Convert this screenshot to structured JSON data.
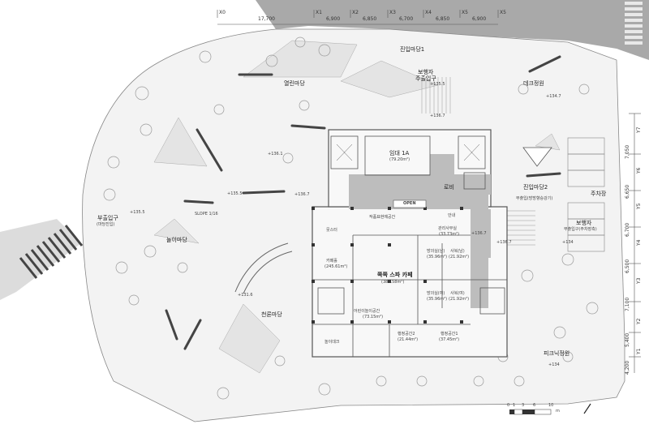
{
  "grid": {
    "x_axes": [
      "X0",
      "X1",
      "X2",
      "X3",
      "X4",
      "X5",
      "X5"
    ],
    "x_dims": [
      "17,700",
      "6,900",
      "6,850",
      "6,700",
      "6,850",
      "6,900"
    ],
    "y_axes": [
      "Y7",
      "Y6",
      "Y5",
      "Y4",
      "Y3",
      "Y2",
      "Y1"
    ],
    "y_dims": [
      "7,050",
      "6,650",
      "6,700",
      "6,500",
      "7,100",
      "5,400",
      "4,200"
    ]
  },
  "zones": {
    "entry_yard_1": "진입마당1",
    "open_yard": "열린마당",
    "play_yard": "놀이마당",
    "natural_yard": "천론마당",
    "deck_garden": "데크정원",
    "entry_yard_2": "진입마당2",
    "parking": "주차장",
    "picnic_garden": "피크닉정원",
    "slope": "SLOPE 1/16"
  },
  "entrances": {
    "ped_main_l1": "보행자",
    "ped_main_l2": "주출입구",
    "sub_west_l1": "부출입구",
    "sub_west_l2": "(마당진입)",
    "sub_east": "부출입(방방향승강기)",
    "ped_parking_l1": "보행자",
    "ped_parking_l2": "부출입구(주차장측)"
  },
  "rooms": {
    "rent_1a": "임대 1A",
    "rent_1a_area": "(79.20m²)",
    "lobby": "로비",
    "open_label": "OPEN",
    "lobby_exhibit": "작품표현예공간",
    "info": "안내",
    "store": "뭇스터",
    "cafe": "카페홀",
    "cafe_area": "(245.61m²)",
    "mgmt_office": "관리사무실",
    "mgmt_area": "(33.73m²)",
    "office_m": "방의실(남)",
    "office_m_area": "(35.96m²)",
    "office_1": "사복(남)",
    "office_1_area": "(21.92m²)",
    "forest_cafe": "쪽쪽 스파 카페",
    "forest_cafe_area": "(389.58m²)",
    "office_f": "방의실(여)",
    "office_f_area": "(35.96m²)",
    "office_2": "사복(여)",
    "office_2_area": "(21.92m²)",
    "kids_space": "어린이놀이공간",
    "kids_area": "(73.15m²)",
    "play_deck": "놀이데크",
    "event_2": "행정공간2",
    "event_2_area": "(21.44m²)",
    "event_1": "행정공간1",
    "event_1_area": "(37.45m²)"
  },
  "levels": {
    "l1": "+135.5",
    "l2": "+134.7",
    "l3": "+136.7",
    "l4": "+136.1",
    "l5": "+135.5",
    "l6": "+136.7",
    "l7": "+135.5",
    "l8": "+136.7",
    "l9": "+136.7",
    "l10": "+134",
    "l11": "+131.6",
    "l12": "+134"
  },
  "scale": {
    "ticks": [
      "0",
      "1",
      "3",
      "6",
      "10"
    ],
    "unit": "m"
  }
}
